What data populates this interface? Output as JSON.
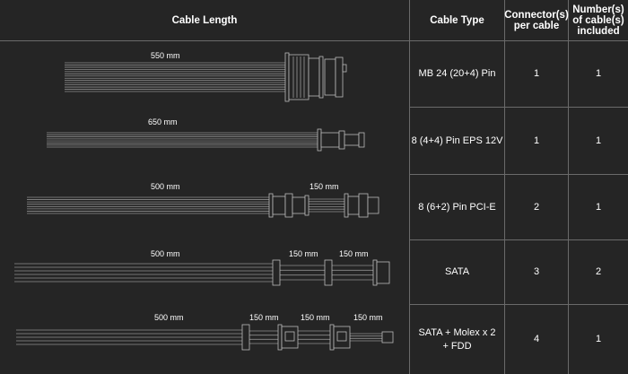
{
  "headers": {
    "cable_length": "Cable Length",
    "cable_type": "Cable Type",
    "connectors": [
      "Connector(s)",
      "per cable"
    ],
    "number": [
      "Number(s)",
      "of cable(s)",
      "included"
    ]
  },
  "rows": [
    {
      "type": [
        "MB 24 (20+4) Pin"
      ],
      "connectors": "1",
      "count": "1",
      "lengths": [
        "550 mm"
      ]
    },
    {
      "type": [
        "8 (4+4) Pin EPS 12V"
      ],
      "connectors": "1",
      "count": "1",
      "lengths": [
        "650 mm"
      ]
    },
    {
      "type": [
        "8 (6+2) Pin PCI-E"
      ],
      "connectors": "2",
      "count": "1",
      "lengths": [
        "500 mm",
        "150 mm"
      ]
    },
    {
      "type": [
        "SATA"
      ],
      "connectors": "3",
      "count": "2",
      "lengths": [
        "500 mm",
        "150 mm",
        "150 mm"
      ]
    },
    {
      "type": [
        "SATA + Molex x 2",
        "+ FDD"
      ],
      "connectors": "4",
      "count": "1",
      "lengths": [
        "500 mm",
        "150 mm",
        "150 mm",
        "150 mm"
      ]
    }
  ]
}
